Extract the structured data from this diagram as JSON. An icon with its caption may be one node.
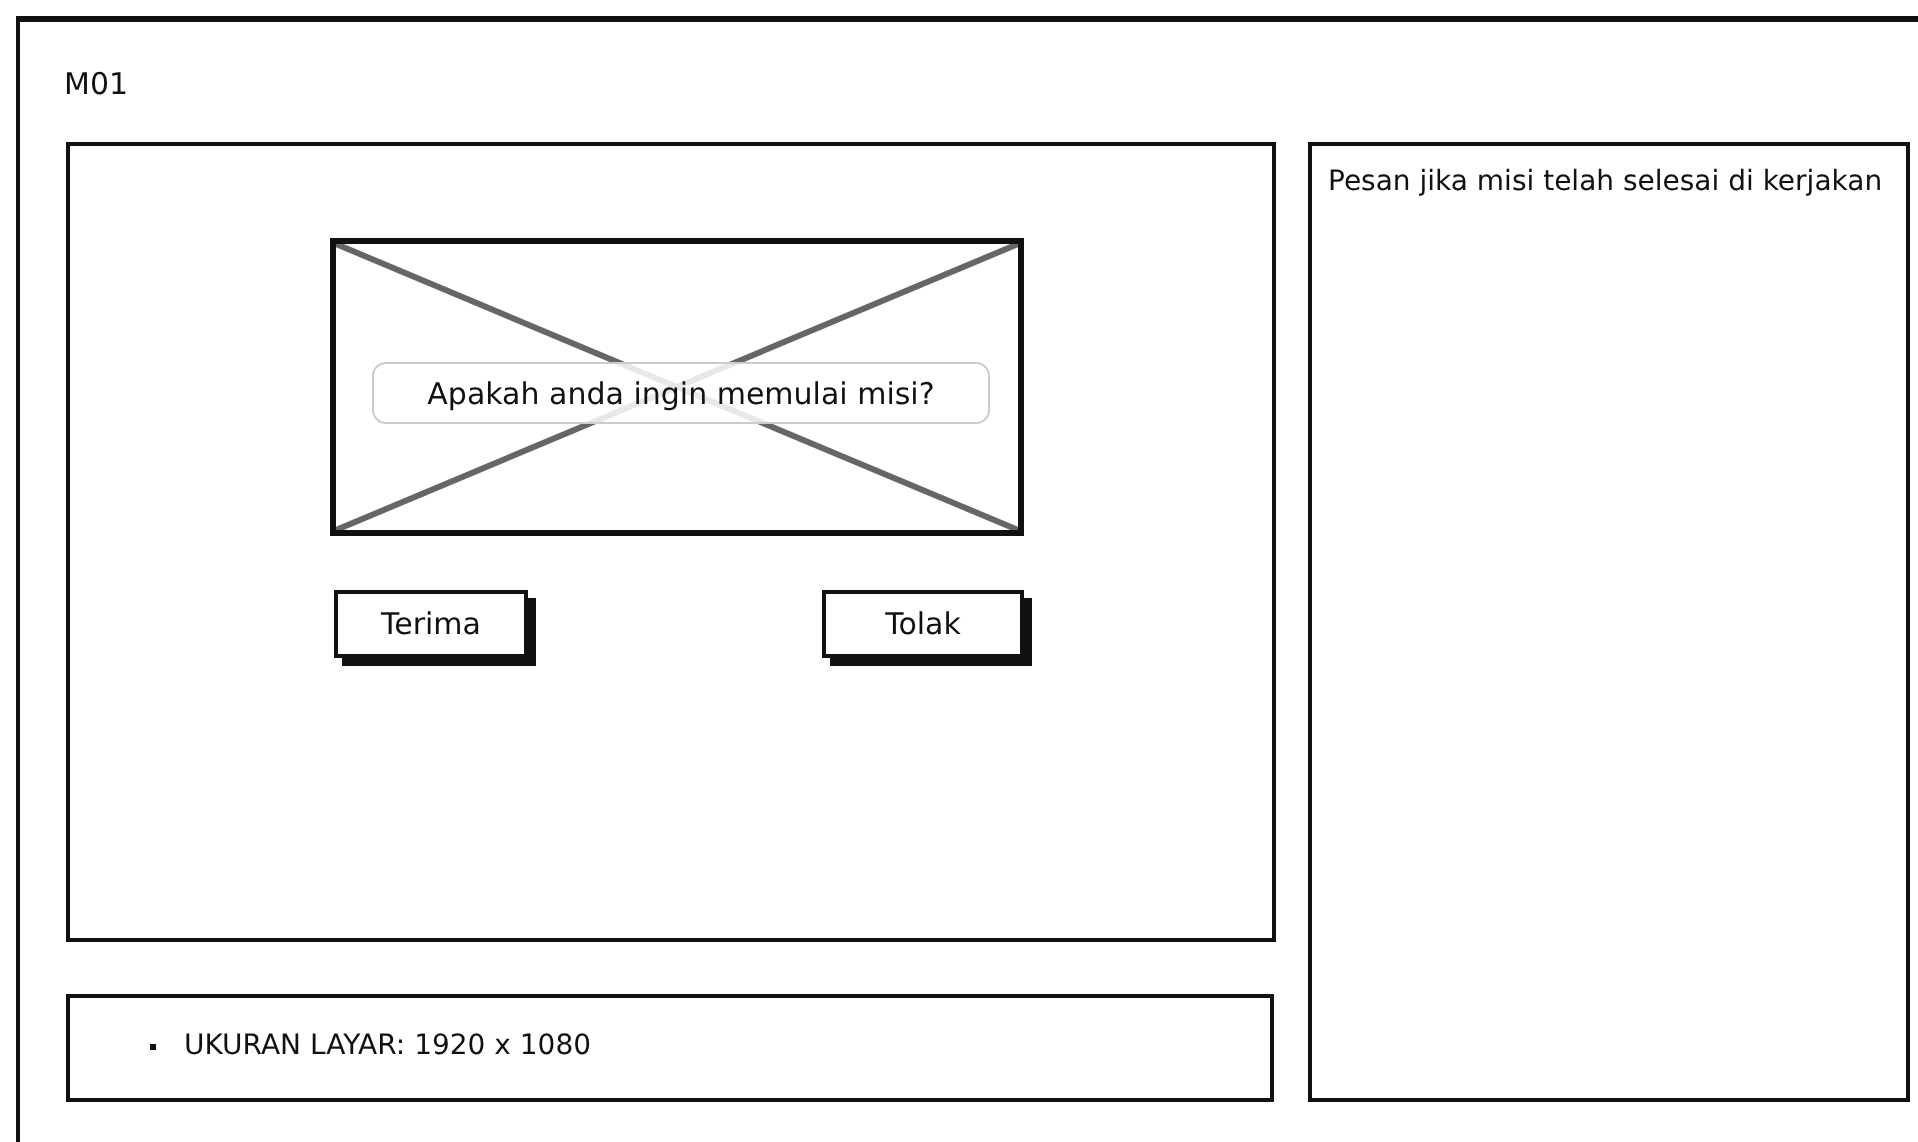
{
  "diagram": {
    "title": "M01",
    "nodes": [
      {
        "text": [],
        "shape": "box"
      },
      {
        "text": [],
        "shape": "picture",
        "in": 0
      },
      {
        "text": [
          "Apakah anda ingin memulai misi?"
        ],
        "in": 1
      },
      {
        "text": [
          "Terima"
        ],
        "in": 0
      },
      {
        "text": [
          "Tolak"
        ],
        "in": 0
      },
      {
        "text": [
          "Pesan jika misi telah selesai di kerjakan"
        ]
      },
      {
        "text": [
          "UKURAN LAYAR: 1920 x 1080"
        ]
      }
    ],
    "edges": []
  }
}
